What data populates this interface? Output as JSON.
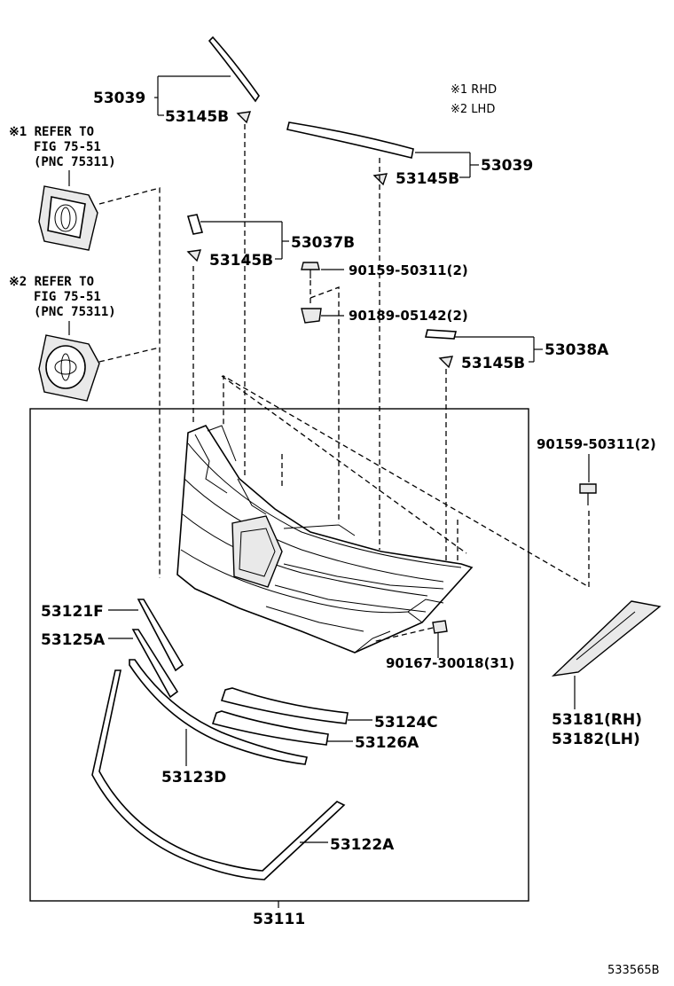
{
  "notes": {
    "rhd": "※1 RHD",
    "lhd": "※2 LHD"
  },
  "refs": {
    "ref1": {
      "line1": "※1 REFER TO",
      "line2": "FIG 75-51",
      "line3": "(PNC 75311)"
    },
    "ref2": {
      "line1": "※2 REFER TO",
      "line2": "FIG 75-51",
      "line3": "(PNC 75311)"
    }
  },
  "labels": {
    "p53039_a": "53039",
    "p53145b_a": "53145B",
    "p53039_b": "53039",
    "p53145b_b": "53145B",
    "p53037b": "53037B",
    "p53145b_c": "53145B",
    "p90159_a": "90159-50311(2)",
    "p90189": "90189-05142(2)",
    "p53038a": "53038A",
    "p53145b_d": "53145B",
    "p90159_b": "90159-50311(2)",
    "p53121f": "53121F",
    "p53125a": "53125A",
    "p90167": "90167-30018(31)",
    "p53124c": "53124C",
    "p53126a": "53126A",
    "p53123d": "53123D",
    "p53122a": "53122A",
    "p53181": "53181(RH)",
    "p53182": "53182(LH)",
    "p53111": "53111"
  },
  "figure_id": "533565B"
}
